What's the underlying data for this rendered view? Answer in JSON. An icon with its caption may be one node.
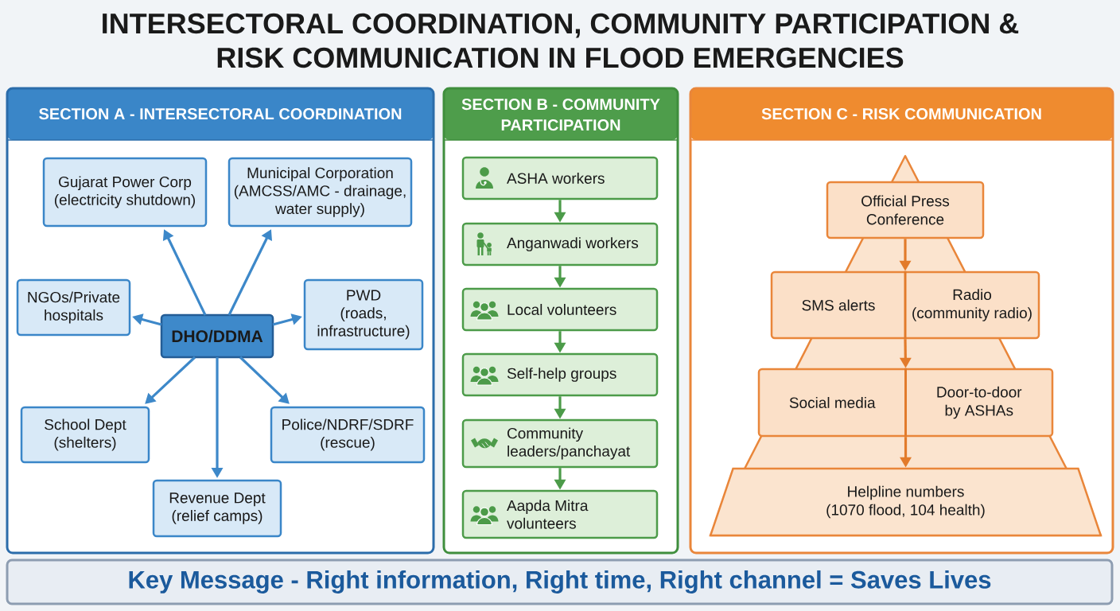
{
  "diagram": {
    "title": "INTERSECTORAL COORDINATION, COMMUNITY PARTICIPATION & RISK COMMUNICATION IN FLOOD EMERGENCIES",
    "nodes": [
      {
        "text": [
          "SECTION A - INTERSECTORAL COORDINATION"
        ]
      },
      {
        "text": [
          "DHO/DDMA"
        ],
        "in": 0
      },
      {
        "text": [
          "Gujarat Power Corp",
          "(electricity shutdown)"
        ],
        "in": 0
      },
      {
        "text": [
          "Municipal Corporation",
          "(AMCSS/AMC - drainage, water supply)"
        ],
        "in": 0
      },
      {
        "text": [
          "NGOs/Private hospitals"
        ],
        "in": 0
      },
      {
        "text": [
          "PWD",
          "(roads, infrastructure)"
        ],
        "in": 0
      },
      {
        "text": [
          "School Dept",
          "(shelters)"
        ],
        "in": 0
      },
      {
        "text": [
          "Police/NDRF/SDRF",
          "(rescue)"
        ],
        "in": 0
      },
      {
        "text": [
          "Revenue Dept",
          "(relief camps)"
        ],
        "in": 0
      },
      {
        "text": [
          "SECTION B - COMMUNITY PARTICIPATION"
        ]
      },
      {
        "text": [
          "ASHA workers"
        ],
        "in": 9
      },
      {
        "text": [
          "Anganwadi workers"
        ],
        "in": 9
      },
      {
        "text": [
          "Local volunteers"
        ],
        "in": 9
      },
      {
        "text": [
          "Self-help groups"
        ],
        "in": 9
      },
      {
        "text": [
          "Community leaders/panchayat"
        ],
        "in": 9
      },
      {
        "text": [
          "Aapda Mitra volunteers"
        ],
        "in": 9
      },
      {
        "text": [
          "SECTION C - RISK COMMUNICATION"
        ]
      },
      {
        "text": [
          "Official Press Conference"
        ],
        "in": 16
      },
      {
        "text": [
          "SMS alerts",
          "Radio",
          "(community radio)"
        ],
        "in": 16
      },
      {
        "text": [
          "Social media",
          "Door-to-door by ASHAs"
        ],
        "in": 16
      },
      {
        "text": [
          "Helpline numbers",
          "(1070 flood, 104 health)"
        ],
        "in": 16
      },
      {
        "text": [
          "Key Message - Right information, Right time, Right channel = Saves Lives"
        ]
      }
    ],
    "edges": [
      {
        "from": 1,
        "to": 2,
        "arrow": "to"
      },
      {
        "from": 1,
        "to": 3,
        "arrow": "to"
      },
      {
        "from": 1,
        "to": 4,
        "arrow": "to"
      },
      {
        "from": 1,
        "to": 5,
        "arrow": "to"
      },
      {
        "from": 1,
        "to": 6,
        "arrow": "to"
      },
      {
        "from": 1,
        "to": 7,
        "arrow": "to"
      },
      {
        "from": 1,
        "to": 8,
        "arrow": "to"
      },
      {
        "from": 10,
        "to": 11,
        "arrow": "to",
        "color": "#4c9b49"
      },
      {
        "from": 11,
        "to": 12,
        "arrow": "to",
        "color": "#4c9b49"
      },
      {
        "from": 12,
        "to": 13,
        "arrow": "to",
        "color": "#4c9b49"
      },
      {
        "from": 13,
        "to": 14,
        "arrow": "to",
        "color": "#4c9b49"
      },
      {
        "from": 14,
        "to": 15,
        "arrow": "to",
        "color": "#4c9b49"
      },
      {
        "from": 17,
        "to": 18,
        "arrow": "to",
        "color": "#e27b2b"
      },
      {
        "from": 18,
        "to": 19,
        "arrow": "to",
        "color": "#e27b2b"
      },
      {
        "from": 19,
        "to": 20,
        "arrow": "to",
        "color": "#e27b2b"
      }
    ]
  }
}
